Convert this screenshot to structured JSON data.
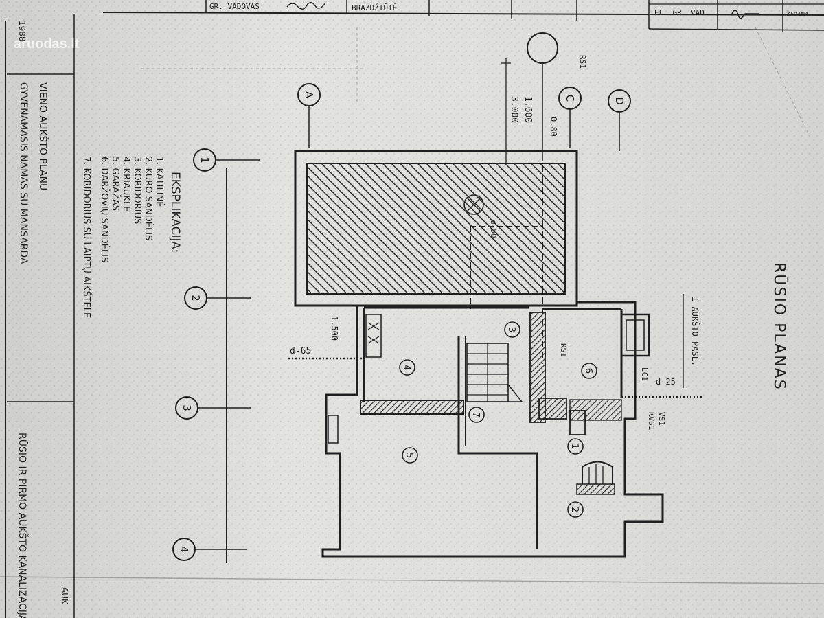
{
  "watermark": "aruodas.lt",
  "title_block": {
    "role_left": "GR. VADOVAS",
    "name_left": "BRAZDŽIŪTĖ",
    "role_right": "EL. GR. VAD.",
    "name_right_partial": "ŽARANA"
  },
  "side_stamp": {
    "year": "1988",
    "project_lines": [
      "VIENO AUKŠTO PLANU",
      "GYVENAMASIS NAMAS SU MANSARDA"
    ],
    "sheet_caption": "RŪSIO IR PIRMO AUKŠTO KANALIZACIJA",
    "corner_partial": "AUK"
  },
  "explication": {
    "title": "EKSPLIKACIJA:",
    "items": [
      {
        "num": "1.",
        "name": "KATILINĖ"
      },
      {
        "num": "2.",
        "name": "KURO SANDĖLIS"
      },
      {
        "num": "3.",
        "name": "KORIDORIUS"
      },
      {
        "num": "4.",
        "name": "KRIAUKLĖ"
      },
      {
        "num": "5.",
        "name": "GARAŽAS"
      },
      {
        "num": "6.",
        "name": "DARŽOVIŲ SANDĖLIS"
      },
      {
        "num": "7.",
        "name": "KORIDORIUS SU LAIPTŲ AIKŠTELE"
      }
    ]
  },
  "axes": {
    "numbers": [
      "1",
      "2",
      "3",
      "4"
    ],
    "letters": [
      "A",
      "C",
      "D"
    ]
  },
  "dimensions": {
    "d1": "3.000",
    "d2": "1.600",
    "d3": "d-65",
    "d4": "d-25",
    "d5": "d-50",
    "d6": "0.80",
    "d7": "1.500"
  },
  "room_numbers": [
    "1",
    "2",
    "3",
    "4",
    "5",
    "6",
    "7"
  ],
  "labels": {
    "riser_top": "RS1",
    "riser_room6": "RS1",
    "riser_lc": "LC1",
    "vent1": "VS1",
    "vent2": "KVS1",
    "upper_label": "I AUKŠTO PASL.",
    "plan_title": "RŪSIO PLANAS"
  },
  "colors": {
    "paper": "#dcdcd9",
    "ink": "#1f1f1f"
  }
}
